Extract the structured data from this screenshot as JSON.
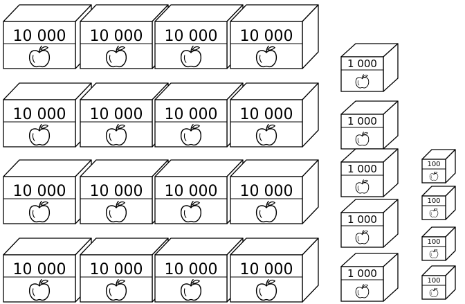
{
  "boxes": {
    "large": {
      "label": "10 000",
      "count": 16,
      "icon": "apple-icon"
    },
    "medium": {
      "label": "1 000",
      "count": 5,
      "icon": "apple-icon"
    },
    "small": {
      "label": "100",
      "count": 4,
      "icon": "apple-icon"
    }
  },
  "colors": {
    "stroke": "#000000",
    "fill": "#ffffff"
  }
}
